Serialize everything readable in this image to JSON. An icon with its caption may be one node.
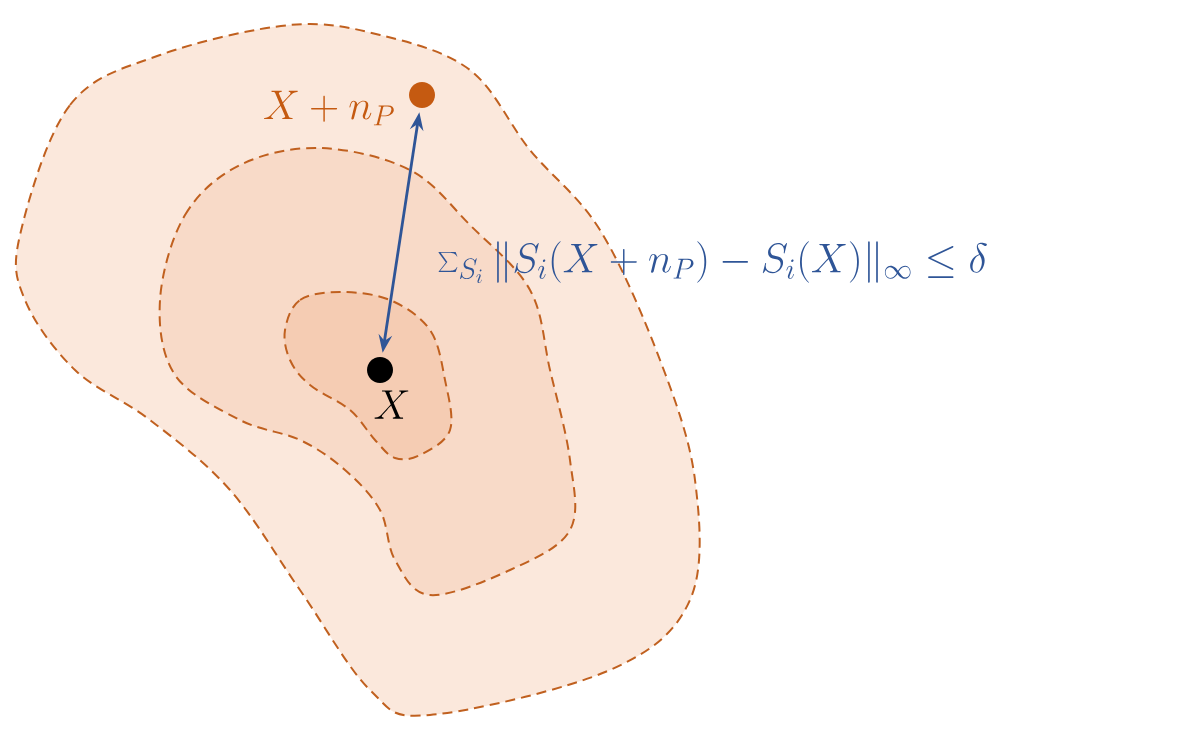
{
  "diagram": {
    "nodes": [
      {
        "text": [],
        "shape": "circle",
        "beside": [
          "X + n_P"
        ]
      },
      {
        "text": [],
        "shape": "circle",
        "beside": [
          "X"
        ]
      }
    ],
    "edges": [
      {
        "from": 1,
        "to": 0,
        "arrow": "both",
        "label": "\\textstyle\\sum_{S_i} \\|S_i(X + n_P) - S_i(X)\\|_\\infty \\le \\delta"
      }
    ]
  }
}
